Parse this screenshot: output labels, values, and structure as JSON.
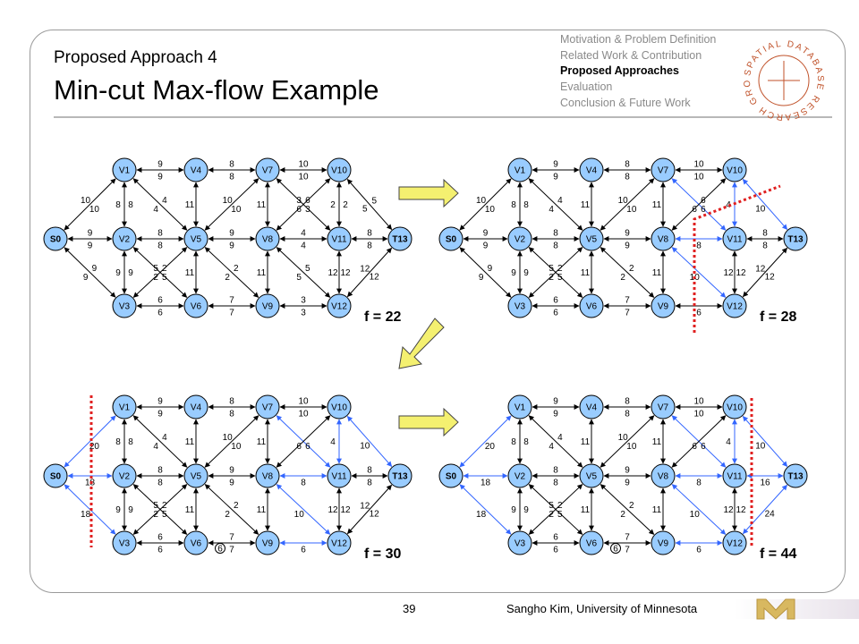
{
  "slide": {
    "subtitle": "Proposed Approach 4",
    "title": "Min-cut Max-flow Example",
    "page_number": "39",
    "footer": "Sangho Kim, University of Minnesota"
  },
  "outline": [
    {
      "label": "Motivation & Problem Definition",
      "active": false
    },
    {
      "label": "Related Work & Contribution",
      "active": false
    },
    {
      "label": "Proposed Approaches",
      "active": true
    },
    {
      "label": "Evaluation",
      "active": false
    },
    {
      "label": "Conclusion & Future Work",
      "active": false
    }
  ],
  "logo": {
    "text": "SPATIAL DATABASE RESEARCH GROUP",
    "color": "#c0522a"
  },
  "colors": {
    "node_fill": "#99ccff",
    "node_stroke": "#000000",
    "edge": "#000000",
    "flow_edge": "#3366ff",
    "cut": "#e02020",
    "arrow_fill": "#f4f070"
  },
  "nodes": [
    {
      "id": "S0",
      "label": "S0",
      "c": 0,
      "r": 1
    },
    {
      "id": "V1",
      "label": "V1",
      "c": 1,
      "r": 0
    },
    {
      "id": "V2",
      "label": "V2",
      "c": 1,
      "r": 1
    },
    {
      "id": "V3",
      "label": "V3",
      "c": 1,
      "r": 2
    },
    {
      "id": "V4",
      "label": "V4",
      "c": 2,
      "r": 0
    },
    {
      "id": "V5",
      "label": "V5",
      "c": 2,
      "r": 1
    },
    {
      "id": "V6",
      "label": "V6",
      "c": 2,
      "r": 2
    },
    {
      "id": "V7",
      "label": "V7",
      "c": 3,
      "r": 0
    },
    {
      "id": "V8",
      "label": "V8",
      "c": 3,
      "r": 1
    },
    {
      "id": "V9",
      "label": "V9",
      "c": 3,
      "r": 2
    },
    {
      "id": "V10",
      "label": "V10",
      "c": 4,
      "r": 0
    },
    {
      "id": "V11",
      "label": "V11",
      "c": 4,
      "r": 1
    },
    {
      "id": "V12",
      "label": "V12",
      "c": 4,
      "r": 2
    },
    {
      "id": "T13",
      "label": "T13",
      "c": 5,
      "r": 1
    }
  ],
  "panels": [
    {
      "name": "panel-1",
      "flow": "f = 22",
      "edges": [
        {
          "a": "S0",
          "b": "V1",
          "l1": "10",
          "l2": "10",
          "blue": false
        },
        {
          "a": "S0",
          "b": "V2",
          "l1": "9",
          "l2": "9",
          "blue": false
        },
        {
          "a": "S0",
          "b": "V3",
          "l1": "9",
          "l2": "9",
          "blue": false
        },
        {
          "a": "V1",
          "b": "V4",
          "l1": "9",
          "l2": "9",
          "blue": false
        },
        {
          "a": "V1",
          "b": "V2",
          "l1": "8",
          "l2": "8",
          "blue": false
        },
        {
          "a": "V1",
          "b": "V5",
          "l1": "4",
          "l2": "4",
          "blue": false
        },
        {
          "a": "V2",
          "b": "V5",
          "l1": "8",
          "l2": "8",
          "blue": false
        },
        {
          "a": "V2",
          "b": "V3",
          "l1": "9",
          "l2": "9",
          "blue": false
        },
        {
          "a": "V2",
          "b": "V6",
          "l1": "2",
          "l2": "2",
          "blue": false
        },
        {
          "a": "V3",
          "b": "V5",
          "l1": "5",
          "l2": "5",
          "blue": false
        },
        {
          "a": "V3",
          "b": "V6",
          "l1": "6",
          "l2": "6",
          "blue": false
        },
        {
          "a": "V4",
          "b": "V5",
          "l1": "11",
          "l2": "",
          "blue": false
        },
        {
          "a": "V4",
          "b": "V7",
          "l1": "8",
          "l2": "8",
          "blue": false
        },
        {
          "a": "V5",
          "b": "V6",
          "l1": "11",
          "l2": "",
          "blue": false
        },
        {
          "a": "V5",
          "b": "V7",
          "l1": "10",
          "l2": "10",
          "blue": false
        },
        {
          "a": "V5",
          "b": "V8",
          "l1": "9",
          "l2": "9",
          "blue": false
        },
        {
          "a": "V5",
          "b": "V9",
          "l1": "2",
          "l2": "2",
          "blue": false
        },
        {
          "a": "V6",
          "b": "V9",
          "l1": "7",
          "l2": "7",
          "blue": false
        },
        {
          "a": "V7",
          "b": "V8",
          "l1": "11",
          "l2": "",
          "blue": false
        },
        {
          "a": "V7",
          "b": "V10",
          "l1": "10",
          "l2": "10",
          "blue": false
        },
        {
          "a": "V7",
          "b": "V11",
          "l1": "6",
          "l2": "6",
          "blue": false
        },
        {
          "a": "V8",
          "b": "V9",
          "l1": "11",
          "l2": "",
          "blue": false
        },
        {
          "a": "V8",
          "b": "V10",
          "l1": "3",
          "l2": "3",
          "blue": false
        },
        {
          "a": "V8",
          "b": "V11",
          "l1": "4",
          "l2": "4",
          "blue": false
        },
        {
          "a": "V8",
          "b": "V12",
          "l1": "5",
          "l2": "5",
          "blue": false
        },
        {
          "a": "V9",
          "b": "V12",
          "l1": "3",
          "l2": "3",
          "blue": false
        },
        {
          "a": "V10",
          "b": "V11",
          "l1": "2",
          "l2": "2",
          "blue": false
        },
        {
          "a": "V10",
          "b": "T13",
          "l1": "5",
          "l2": "5",
          "blue": false
        },
        {
          "a": "V11",
          "b": "T13",
          "l1": "8",
          "l2": "8",
          "blue": false
        },
        {
          "a": "V11",
          "b": "V12",
          "l1": "12",
          "l2": "12",
          "blue": false
        },
        {
          "a": "V12",
          "b": "T13",
          "l1": "12",
          "l2": "12",
          "blue": false
        }
      ]
    },
    {
      "name": "panel-2",
      "flow": "f = 28",
      "edges": [
        {
          "a": "S0",
          "b": "V1",
          "l1": "10",
          "l2": "10",
          "blue": false
        },
        {
          "a": "S0",
          "b": "V2",
          "l1": "9",
          "l2": "9",
          "blue": false
        },
        {
          "a": "S0",
          "b": "V3",
          "l1": "9",
          "l2": "9",
          "blue": false
        },
        {
          "a": "V1",
          "b": "V4",
          "l1": "9",
          "l2": "9",
          "blue": false
        },
        {
          "a": "V1",
          "b": "V2",
          "l1": "8",
          "l2": "8",
          "blue": false
        },
        {
          "a": "V1",
          "b": "V5",
          "l1": "4",
          "l2": "4",
          "blue": false
        },
        {
          "a": "V2",
          "b": "V5",
          "l1": "8",
          "l2": "8",
          "blue": false
        },
        {
          "a": "V2",
          "b": "V3",
          "l1": "9",
          "l2": "9",
          "blue": false
        },
        {
          "a": "V2",
          "b": "V6",
          "l1": "2",
          "l2": "2",
          "blue": false
        },
        {
          "a": "V3",
          "b": "V5",
          "l1": "5",
          "l2": "5",
          "blue": false
        },
        {
          "a": "V3",
          "b": "V6",
          "l1": "6",
          "l2": "6",
          "blue": false
        },
        {
          "a": "V4",
          "b": "V5",
          "l1": "11",
          "l2": "",
          "blue": false
        },
        {
          "a": "V4",
          "b": "V7",
          "l1": "8",
          "l2": "8",
          "blue": false
        },
        {
          "a": "V5",
          "b": "V6",
          "l1": "11",
          "l2": "",
          "blue": false
        },
        {
          "a": "V5",
          "b": "V7",
          "l1": "10",
          "l2": "10",
          "blue": false
        },
        {
          "a": "V5",
          "b": "V8",
          "l1": "9",
          "l2": "9",
          "blue": false
        },
        {
          "a": "V5",
          "b": "V9",
          "l1": "2",
          "l2": "2",
          "blue": false
        },
        {
          "a": "V6",
          "b": "V9",
          "l1": "7",
          "l2": "7",
          "blue": false
        },
        {
          "a": "V7",
          "b": "V8",
          "l1": "11",
          "l2": "",
          "blue": false
        },
        {
          "a": "V7",
          "b": "V10",
          "l1": "10",
          "l2": "10",
          "blue": false
        },
        {
          "a": "V7",
          "b": "V11",
          "l1": "6",
          "l2": "6",
          "blue": true
        },
        {
          "a": "V8",
          "b": "V9",
          "l1": "11",
          "l2": "",
          "blue": false
        },
        {
          "a": "V8",
          "b": "V10",
          "l1": "6",
          "l2": "",
          "blue": false
        },
        {
          "a": "V8",
          "b": "V11",
          "l1": "8",
          "l2": "",
          "blue": true
        },
        {
          "a": "V8",
          "b": "V12",
          "l1": "10",
          "l2": "",
          "blue": true
        },
        {
          "a": "V9",
          "b": "V12",
          "l1": "6",
          "l2": "",
          "blue": false
        },
        {
          "a": "V10",
          "b": "V11",
          "l1": "4",
          "l2": "",
          "blue": true
        },
        {
          "a": "V10",
          "b": "T13",
          "l1": "10",
          "l2": "",
          "blue": true
        },
        {
          "a": "V11",
          "b": "T13",
          "l1": "8",
          "l2": "8",
          "blue": false
        },
        {
          "a": "V11",
          "b": "V12",
          "l1": "12",
          "l2": "12",
          "blue": false
        },
        {
          "a": "V12",
          "b": "T13",
          "l1": "12",
          "l2": "12",
          "blue": false
        }
      ]
    },
    {
      "name": "panel-3",
      "flow": "f = 30",
      "edges": [
        {
          "a": "S0",
          "b": "V1",
          "l1": "20",
          "l2": "",
          "blue": true
        },
        {
          "a": "S0",
          "b": "V2",
          "l1": "18",
          "l2": "",
          "blue": true
        },
        {
          "a": "S0",
          "b": "V3",
          "l1": "18",
          "l2": "",
          "blue": true
        },
        {
          "a": "V1",
          "b": "V4",
          "l1": "9",
          "l2": "9",
          "blue": false
        },
        {
          "a": "V1",
          "b": "V2",
          "l1": "8",
          "l2": "8",
          "blue": false
        },
        {
          "a": "V1",
          "b": "V5",
          "l1": "4",
          "l2": "4",
          "blue": false
        },
        {
          "a": "V2",
          "b": "V5",
          "l1": "8",
          "l2": "8",
          "blue": false
        },
        {
          "a": "V2",
          "b": "V3",
          "l1": "9",
          "l2": "9",
          "blue": false
        },
        {
          "a": "V2",
          "b": "V6",
          "l1": "2",
          "l2": "2",
          "blue": false
        },
        {
          "a": "V3",
          "b": "V5",
          "l1": "5",
          "l2": "5",
          "blue": false
        },
        {
          "a": "V3",
          "b": "V6",
          "l1": "6",
          "l2": "6",
          "blue": false
        },
        {
          "a": "V4",
          "b": "V5",
          "l1": "11",
          "l2": "",
          "blue": false
        },
        {
          "a": "V4",
          "b": "V7",
          "l1": "8",
          "l2": "8",
          "blue": false
        },
        {
          "a": "V5",
          "b": "V6",
          "l1": "11",
          "l2": "",
          "blue": false
        },
        {
          "a": "V5",
          "b": "V7",
          "l1": "10",
          "l2": "10",
          "blue": false
        },
        {
          "a": "V5",
          "b": "V8",
          "l1": "9",
          "l2": "9",
          "blue": false
        },
        {
          "a": "V5",
          "b": "V9",
          "l1": "2",
          "l2": "2",
          "blue": false
        },
        {
          "a": "V6",
          "b": "V9",
          "l1": "7",
          "l2": "7",
          "blue": false
        },
        {
          "a": "V7",
          "b": "V8",
          "l1": "11",
          "l2": "",
          "blue": false
        },
        {
          "a": "V7",
          "b": "V10",
          "l1": "10",
          "l2": "10",
          "blue": false
        },
        {
          "a": "V7",
          "b": "V11",
          "l1": "6",
          "l2": "",
          "blue": true
        },
        {
          "a": "V8",
          "b": "V9",
          "l1": "11",
          "l2": "",
          "blue": false
        },
        {
          "a": "V8",
          "b": "V10",
          "l1": "6",
          "l2": "",
          "blue": false
        },
        {
          "a": "V8",
          "b": "V11",
          "l1": "8",
          "l2": "",
          "blue": true
        },
        {
          "a": "V8",
          "b": "V12",
          "l1": "10",
          "l2": "",
          "blue": true
        },
        {
          "a": "V9",
          "b": "V12",
          "l1": "6",
          "l2": "",
          "blue": true
        },
        {
          "a": "V10",
          "b": "V11",
          "l1": "4",
          "l2": "",
          "blue": true
        },
        {
          "a": "V10",
          "b": "T13",
          "l1": "10",
          "l2": "",
          "blue": true
        },
        {
          "a": "V11",
          "b": "T13",
          "l1": "8",
          "l2": "8",
          "blue": false
        },
        {
          "a": "V11",
          "b": "V12",
          "l1": "12",
          "l2": "12",
          "blue": false
        },
        {
          "a": "V12",
          "b": "T13",
          "l1": "12",
          "l2": "12",
          "blue": false
        }
      ],
      "circled": "6"
    },
    {
      "name": "panel-4",
      "flow": "f = 44",
      "edges": [
        {
          "a": "S0",
          "b": "V1",
          "l1": "20",
          "l2": "",
          "blue": true
        },
        {
          "a": "S0",
          "b": "V2",
          "l1": "18",
          "l2": "",
          "blue": true
        },
        {
          "a": "S0",
          "b": "V3",
          "l1": "18",
          "l2": "",
          "blue": true
        },
        {
          "a": "V1",
          "b": "V4",
          "l1": "9",
          "l2": "9",
          "blue": false
        },
        {
          "a": "V1",
          "b": "V2",
          "l1": "8",
          "l2": "8",
          "blue": false
        },
        {
          "a": "V1",
          "b": "V5",
          "l1": "4",
          "l2": "4",
          "blue": false
        },
        {
          "a": "V2",
          "b": "V5",
          "l1": "8",
          "l2": "8",
          "blue": false
        },
        {
          "a": "V2",
          "b": "V3",
          "l1": "9",
          "l2": "9",
          "blue": false
        },
        {
          "a": "V2",
          "b": "V6",
          "l1": "2",
          "l2": "2",
          "blue": false
        },
        {
          "a": "V3",
          "b": "V5",
          "l1": "5",
          "l2": "5",
          "blue": false
        },
        {
          "a": "V3",
          "b": "V6",
          "l1": "6",
          "l2": "6",
          "blue": false
        },
        {
          "a": "V4",
          "b": "V5",
          "l1": "11",
          "l2": "",
          "blue": false
        },
        {
          "a": "V4",
          "b": "V7",
          "l1": "8",
          "l2": "8",
          "blue": false
        },
        {
          "a": "V5",
          "b": "V6",
          "l1": "11",
          "l2": "",
          "blue": false
        },
        {
          "a": "V5",
          "b": "V7",
          "l1": "10",
          "l2": "10",
          "blue": false
        },
        {
          "a": "V5",
          "b": "V8",
          "l1": "9",
          "l2": "9",
          "blue": false
        },
        {
          "a": "V5",
          "b": "V9",
          "l1": "2",
          "l2": "2",
          "blue": false
        },
        {
          "a": "V6",
          "b": "V9",
          "l1": "7",
          "l2": "7",
          "blue": false
        },
        {
          "a": "V7",
          "b": "V8",
          "l1": "11",
          "l2": "",
          "blue": false
        },
        {
          "a": "V7",
          "b": "V10",
          "l1": "10",
          "l2": "10",
          "blue": false
        },
        {
          "a": "V7",
          "b": "V11",
          "l1": "6",
          "l2": "",
          "blue": true
        },
        {
          "a": "V8",
          "b": "V9",
          "l1": "11",
          "l2": "",
          "blue": false
        },
        {
          "a": "V8",
          "b": "V10",
          "l1": "6",
          "l2": "",
          "blue": false
        },
        {
          "a": "V8",
          "b": "V11",
          "l1": "8",
          "l2": "",
          "blue": true
        },
        {
          "a": "V8",
          "b": "V12",
          "l1": "10",
          "l2": "",
          "blue": true
        },
        {
          "a": "V9",
          "b": "V12",
          "l1": "6",
          "l2": "",
          "blue": true
        },
        {
          "a": "V10",
          "b": "V11",
          "l1": "4",
          "l2": "",
          "blue": true
        },
        {
          "a": "V10",
          "b": "T13",
          "l1": "10",
          "l2": "",
          "blue": true
        },
        {
          "a": "V11",
          "b": "T13",
          "l1": "16",
          "l2": "",
          "blue": true
        },
        {
          "a": "V11",
          "b": "V12",
          "l1": "12",
          "l2": "12",
          "blue": false
        },
        {
          "a": "V12",
          "b": "T13",
          "l1": "24",
          "l2": "",
          "blue": true
        }
      ],
      "circled": "6"
    }
  ]
}
